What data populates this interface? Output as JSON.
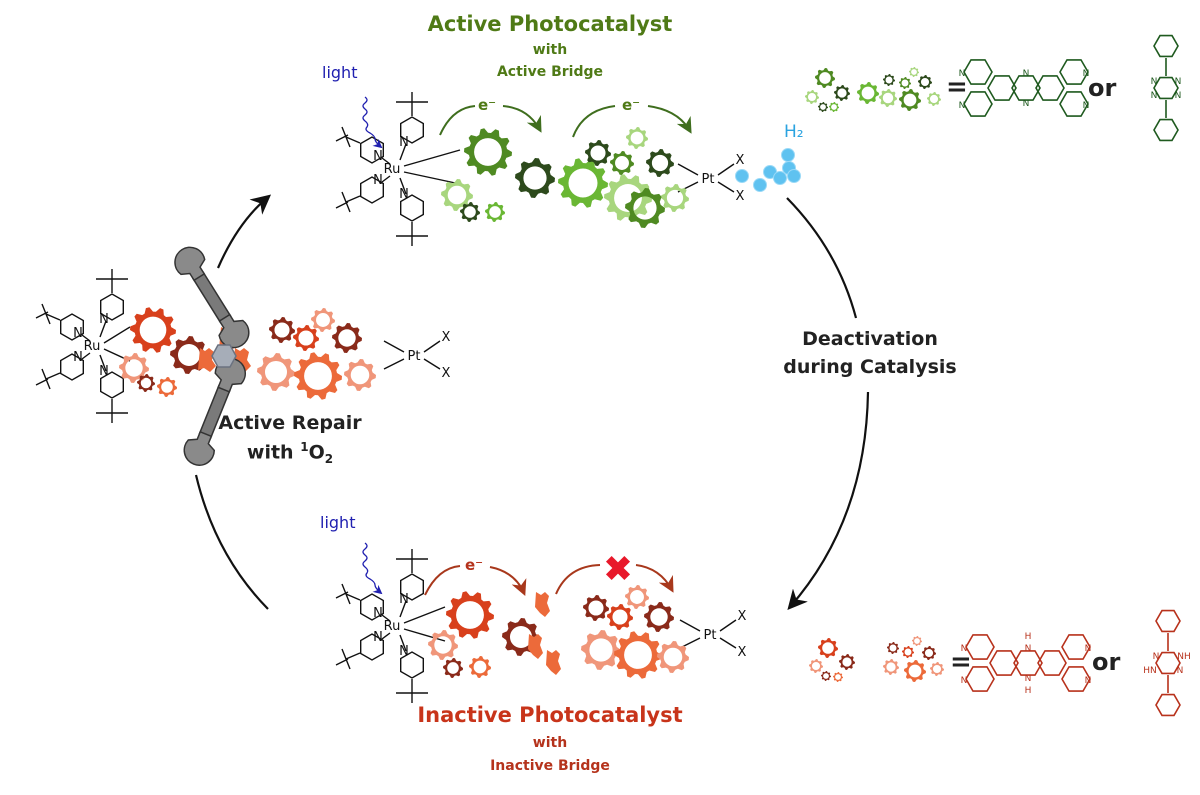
{
  "figure": {
    "top_state": {
      "title": "Active Photocatalyst",
      "with": "with",
      "bridge": "Active Bridge",
      "light": "light",
      "electron_1": "e⁻",
      "electron_2": "e⁻",
      "metal_center": "Ru",
      "catalyst_center": "Pt",
      "ligand_x": "X",
      "ligand_n": "N",
      "product": "H₂"
    },
    "bottom_state": {
      "title": "Inactive Photocatalyst",
      "with": "with",
      "bridge": "Inactive Bridge",
      "light": "light",
      "electron_1": "e⁻",
      "metal_center": "Ru",
      "catalyst_center": "Pt",
      "ligand_x": "X",
      "ligand_n": "N"
    },
    "left_state": {
      "repair_line1": "Active Repair",
      "repair_line2_prefix": "with ",
      "repair_sup": "1",
      "repair_species": "O",
      "repair_sub": "2",
      "metal_center": "Ru",
      "catalyst_center": "Pt",
      "ligand_x": "X",
      "ligand_n": "N"
    },
    "right_transition": {
      "line1": "Deactivation",
      "line2": "during Catalysis"
    },
    "legend_active": {
      "equals": "=",
      "or": "or",
      "atom_n": "N"
    },
    "legend_inactive": {
      "equals": "=",
      "or": "or",
      "atom_n": "N",
      "atom_h": "H",
      "atom_nh": "NH",
      "atom_hn": "HN"
    },
    "colors": {
      "green_dark": "#2d4a1c",
      "green_mid": "#4f8a22",
      "green_bright": "#6ab734",
      "green_light": "#a8d67e",
      "green_text": "#4f7a16",
      "green_structure": "#1f5a1f",
      "red_dark": "#8a2a1a",
      "red_mid": "#d8401c",
      "red_orange": "#ec6a3a",
      "red_light": "#f0967a",
      "red_text": "#c8341a",
      "red_structure": "#b8321c",
      "light_blue": "#2020b0",
      "h2_blue": "#2ba3e0",
      "wrench_gray": "#6f6f6f",
      "cross_red": "#e8182a"
    }
  }
}
